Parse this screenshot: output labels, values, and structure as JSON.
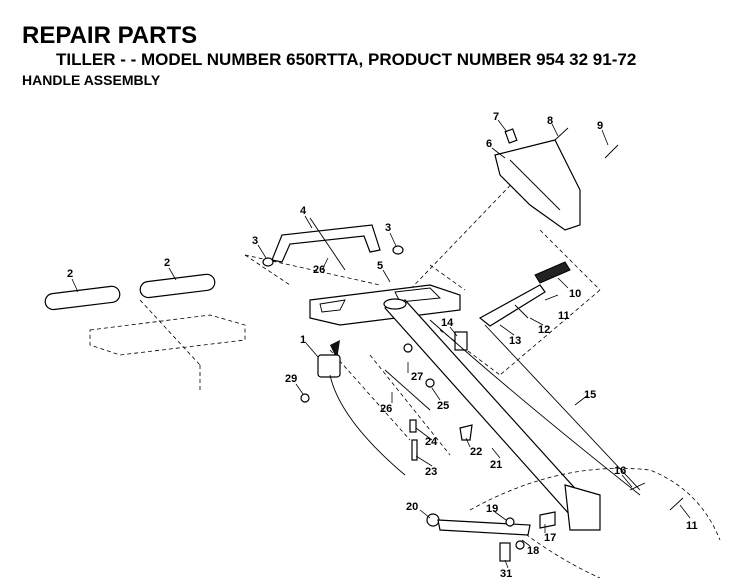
{
  "header": {
    "title": "REPAIR PARTS",
    "subtitle": "TILLER - - MODEL NUMBER 650RTTA, PRODUCT NUMBER 954 32 91-72",
    "section": "HANDLE ASSEMBLY"
  },
  "callouts": {
    "c1": "1",
    "c2a": "2",
    "c2b": "2",
    "c3a": "3",
    "c3b": "3",
    "c4": "4",
    "c5": "5",
    "c6": "6",
    "c7": "7",
    "c8": "8",
    "c9": "9",
    "c10": "10",
    "c11a": "11",
    "c11b": "11",
    "c12": "12",
    "c13": "13",
    "c14": "14",
    "c15": "15",
    "c16": "16",
    "c17": "17",
    "c18": "18",
    "c19": "19",
    "c20": "20",
    "c21": "21",
    "c22": "22",
    "c23": "23",
    "c24": "24",
    "c25": "25",
    "c26a": "26",
    "c26b": "26",
    "c27": "27",
    "c29": "29",
    "c31": "31"
  }
}
